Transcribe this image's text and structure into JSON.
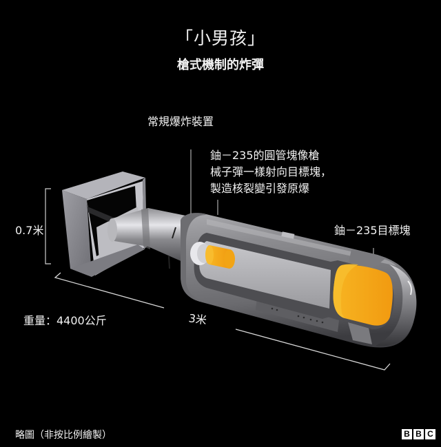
{
  "header": {
    "title": "「小男孩」",
    "subtitle": "槍式機制的炸彈"
  },
  "labels": {
    "conventional_explosive": "常規爆炸裝置",
    "projectile_line1": "鈾－235的圓管塊像槍",
    "projectile_line2": "械子彈一樣射向目標塊，",
    "projectile_line3": "製造核裂變引發原爆",
    "target": "鈾－235目標塊",
    "diameter": "0.7米",
    "length": "3米",
    "weight": "重量：4400公斤"
  },
  "footer": {
    "note": "略圖（非按比例繪製）",
    "logo_letters": [
      "B",
      "B",
      "C"
    ]
  },
  "colors": {
    "background": "#000000",
    "text": "#f2f2f2",
    "uranium": "#f5a818",
    "casing": "#8a8a8e",
    "casing_dark": "#5e5e62",
    "casing_light": "#c4c4c8"
  },
  "diagram": {
    "subject": "Little Boy gun-type fission bomb cutaway",
    "dimensions": {
      "diameter_m": 0.7,
      "length_m": 3,
      "weight_kg": 4400
    }
  }
}
